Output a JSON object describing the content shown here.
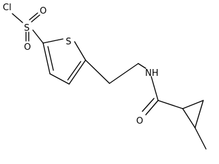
{
  "molecule": {
    "atoms": {
      "chlorine": "Cl",
      "sulfonyl_sulfur": "S",
      "sulfonyl_oxygen_top": "O",
      "sulfonyl_oxygen_bottom": "O",
      "thiophene_sulfur": "S",
      "amide_nitrogen": "NH",
      "carbonyl_oxygen": "O"
    }
  },
  "colors": {
    "bond": "#000000",
    "label": "#000000",
    "background": "#ffffff"
  }
}
